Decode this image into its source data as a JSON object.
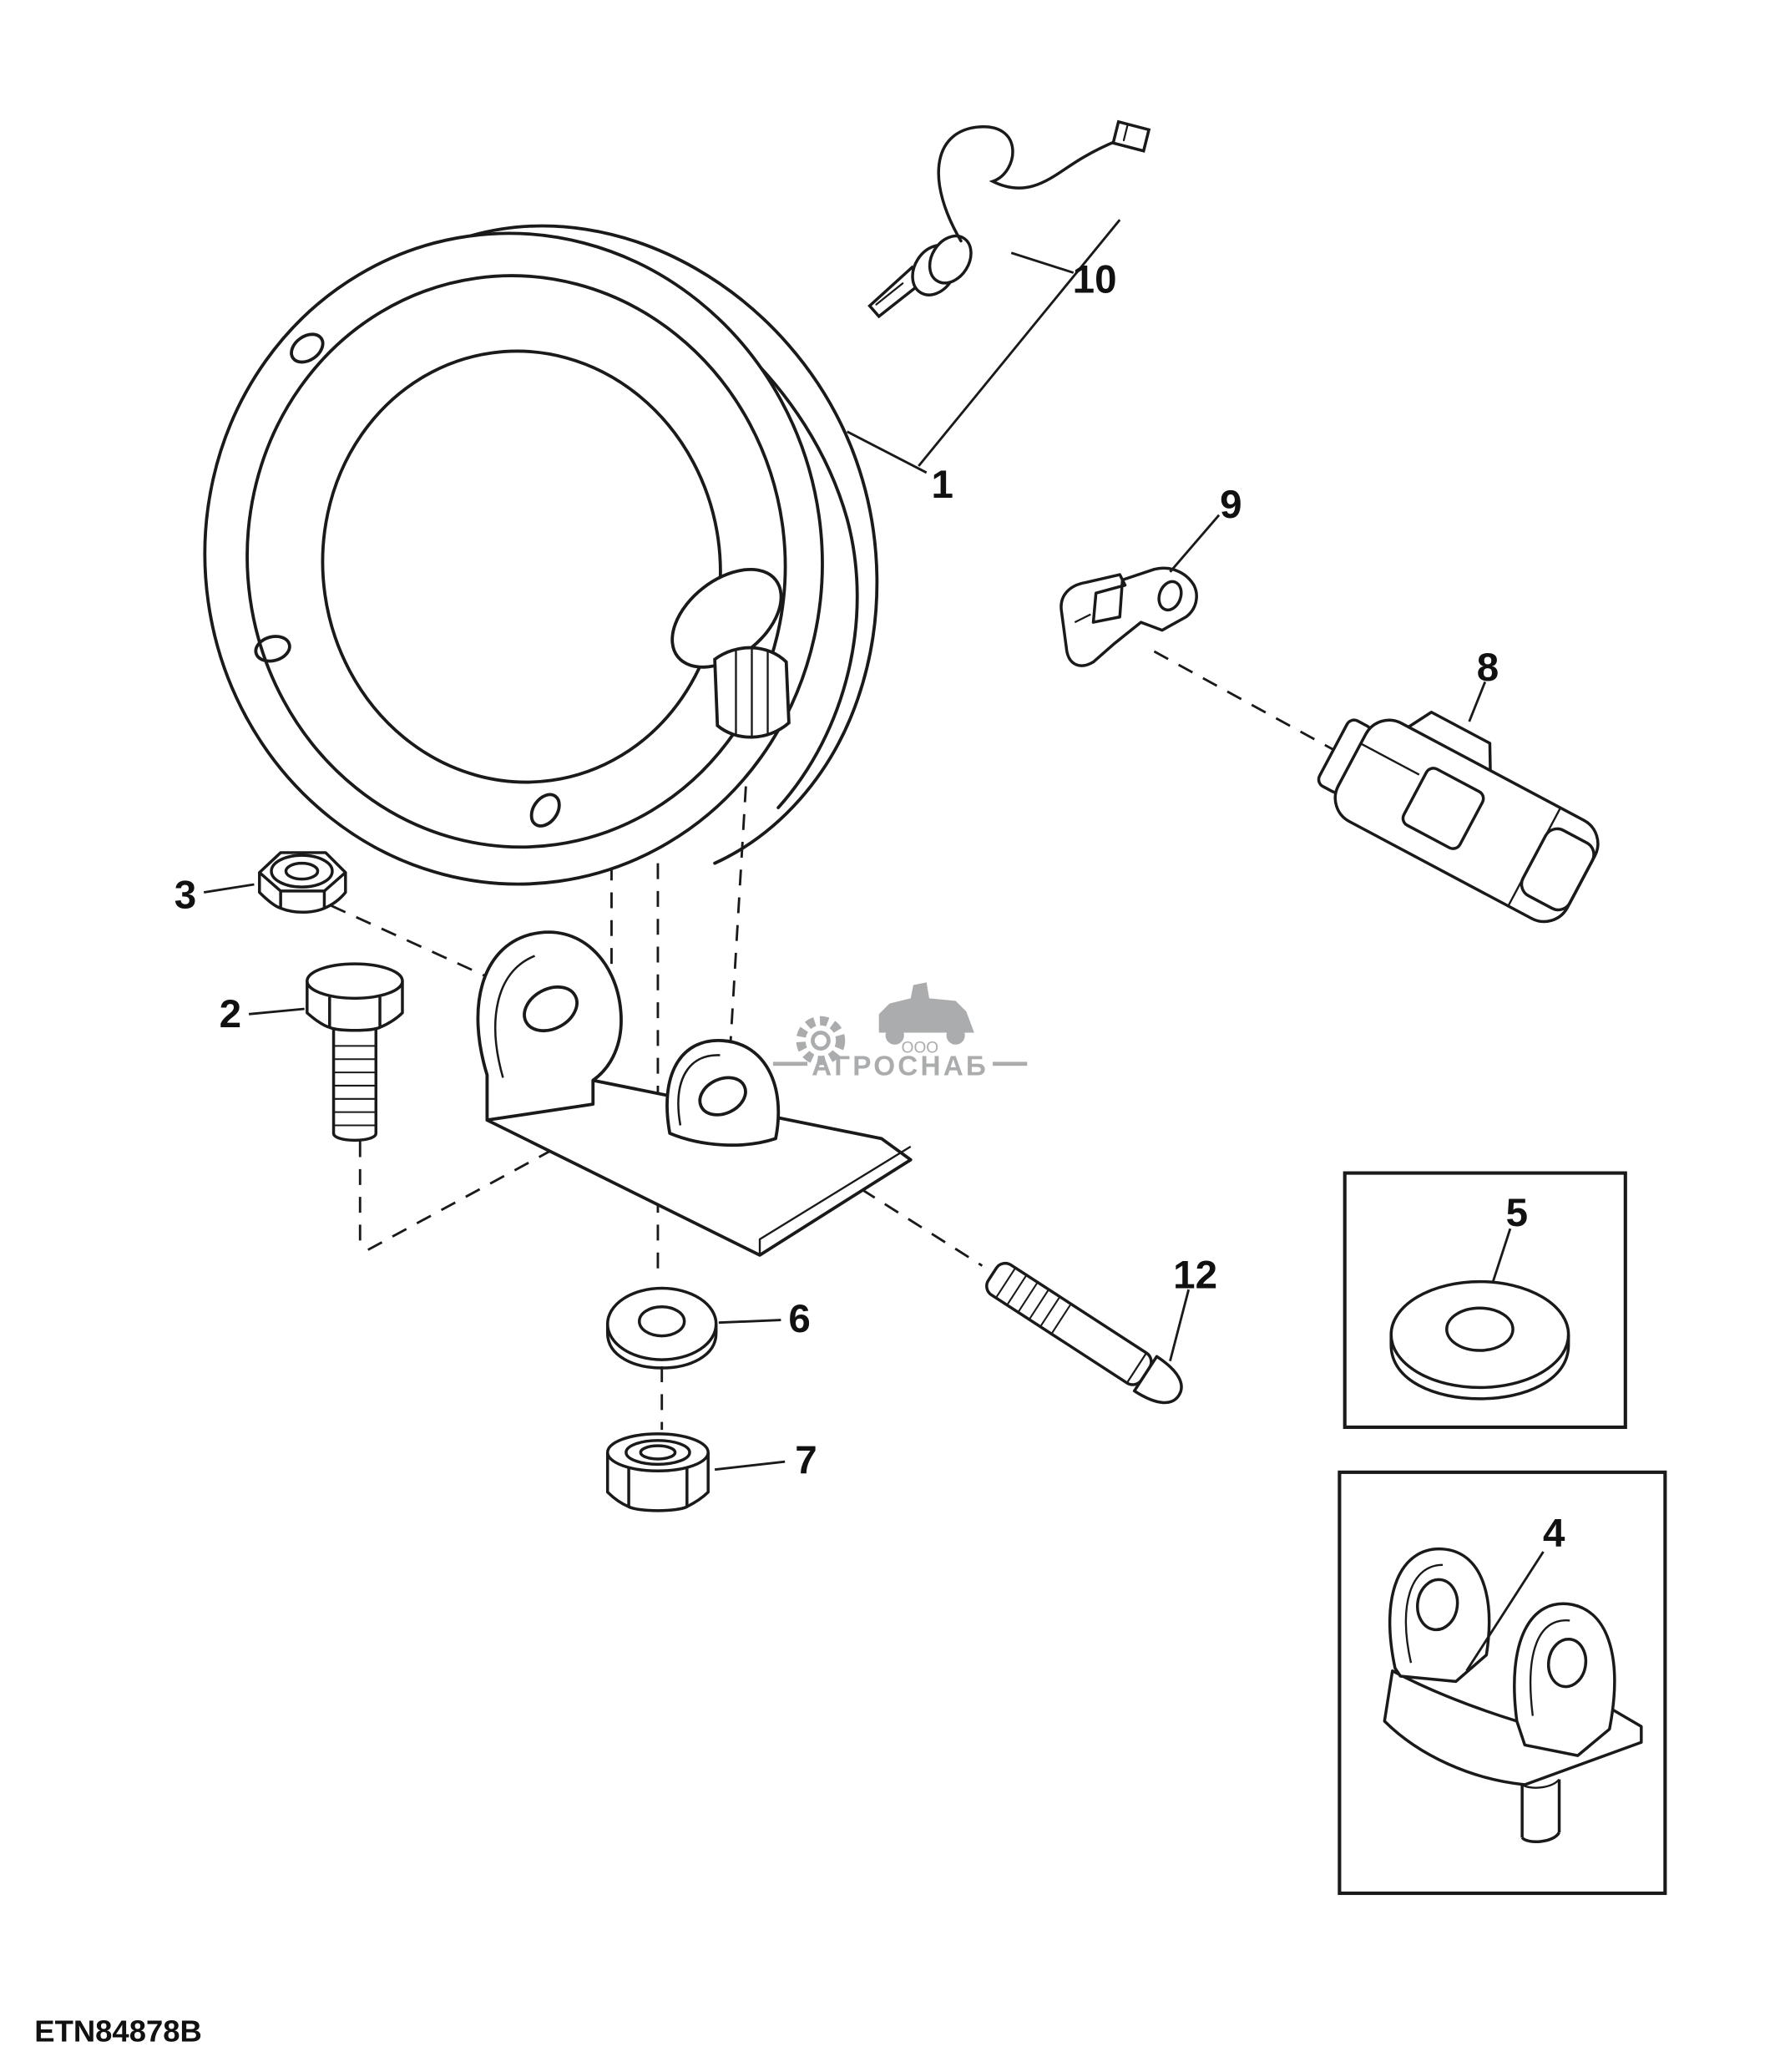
{
  "figure": {
    "drawing_code": "ETN84878B"
  },
  "watermark": {
    "prefix": "ООО",
    "name": "АГРОСНАБ"
  },
  "callouts": {
    "c1": "1",
    "c2": "2",
    "c3": "3",
    "c4": "4",
    "c5": "5",
    "c6": "6",
    "c7": "7",
    "c8": "8",
    "c9": "9",
    "c10": "10",
    "c12": "12"
  }
}
